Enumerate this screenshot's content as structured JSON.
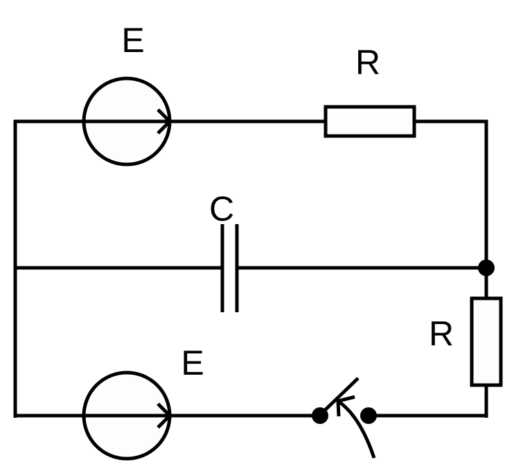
{
  "diagram": {
    "type": "electrical-circuit",
    "components": [
      {
        "id": "source-top",
        "kind": "emf-source",
        "label": "E",
        "direction": "right"
      },
      {
        "id": "resistor-top",
        "kind": "resistor",
        "label": "R"
      },
      {
        "id": "capacitor",
        "kind": "capacitor",
        "label": "C"
      },
      {
        "id": "resistor-right",
        "kind": "resistor",
        "label": "R"
      },
      {
        "id": "source-bottom",
        "kind": "emf-source",
        "label": "E",
        "direction": "right"
      },
      {
        "id": "switch",
        "kind": "switch",
        "label": "",
        "state": "closing"
      }
    ],
    "labels": {
      "source_top": "E",
      "resistor_top": "R",
      "capacitor": "C",
      "resistor_right": "R",
      "source_bottom": "E"
    },
    "colors": {
      "line": "#000000",
      "background": "#ffffff",
      "component_fill": "#fdfdfd"
    }
  }
}
